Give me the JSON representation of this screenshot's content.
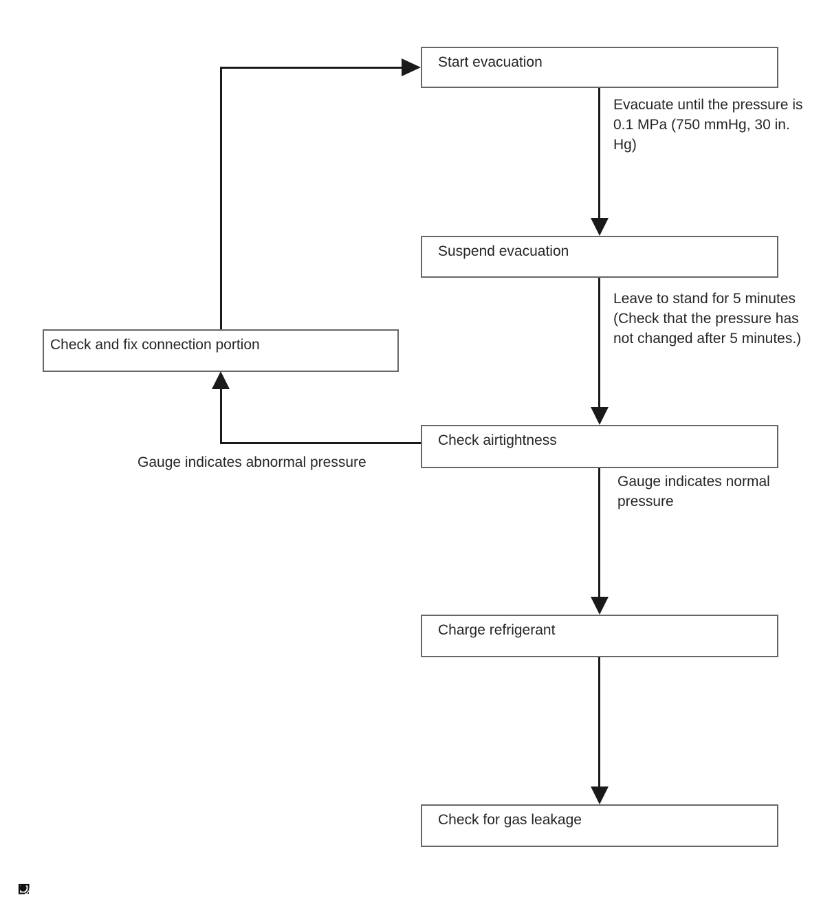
{
  "colors": {
    "line": "#1a1a1a",
    "box_border": "#666666",
    "text": "#252525"
  },
  "flowchart": {
    "nodes": {
      "start": {
        "label": "Start evacuation"
      },
      "suspend": {
        "label": "Suspend evacuation"
      },
      "airtightness": {
        "label": "Check airtightness"
      },
      "charge": {
        "label": "Charge refrigerant"
      },
      "gas_leakage": {
        "label": "Check for gas leakage"
      },
      "fix_connection": {
        "label": "Check and fix connection portion"
      }
    },
    "edge_labels": {
      "evacuate_condition": "Evacuate until the pressure is\n0.1 MPa (750 mmHg, 30 in.\nHg)",
      "stand_condition": "Leave to stand for 5 minutes\n(Check that the pressure has\nnot changed after 5 minutes.)",
      "normal_pressure": "Gauge indicates normal\npressure",
      "abnormal_pressure": "Gauge indicates abnormal pressure"
    }
  },
  "icons": {
    "footer_marker": "image-annotation-icon"
  }
}
